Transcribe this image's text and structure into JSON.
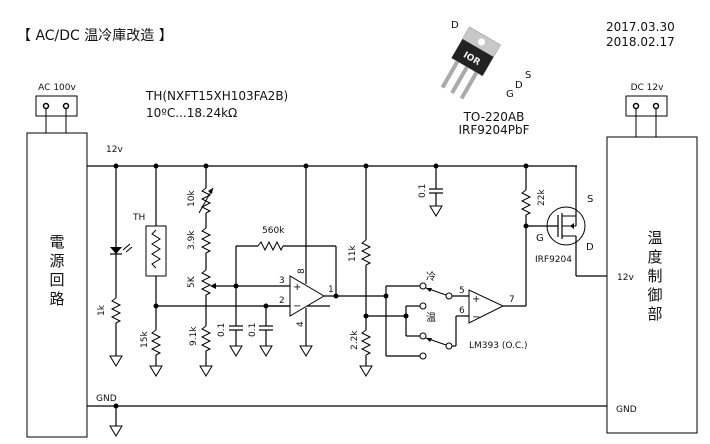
{
  "title": "【  AC/DC 温冷庫改造  】",
  "dates": [
    "2017.03.30",
    "2018.02.17"
  ],
  "thermistor_info": {
    "part": "TH(NXFT15XH103FA2B)",
    "spec": "10ºC...18.24kΩ"
  },
  "package": {
    "pins": {
      "d_tab": "D",
      "s": "S",
      "d": "D",
      "g": "G"
    },
    "logo": "IOR",
    "name": "TO-220AB",
    "part": "IRF9204PbF"
  },
  "blocks": {
    "power": {
      "connector_label": "AC 100v",
      "name_chars": [
        "電",
        "源",
        "回",
        "路"
      ]
    },
    "control": {
      "connector_label": "DC 12v",
      "name_chars": [
        "温",
        "度",
        "制",
        "御",
        "部"
      ],
      "v12_label": "12v",
      "gnd_label": "GND"
    }
  },
  "rails": {
    "v12": "12v",
    "gnd": "GND"
  },
  "components": {
    "thermistor": "TH",
    "r_led": "1k",
    "r_15k": "15k",
    "vr_10k": "10k",
    "r_3_9k": "3.9k",
    "vr_5k": "5K",
    "r_9_1k": "9.1k",
    "c1": "0.1",
    "c2": "0.1",
    "c3": "0.1",
    "r_feedback": "560k",
    "r_11k": "11k",
    "r_2_2k": "2.2k",
    "r_22k": "22k",
    "comparator": "LM393 (O.C.)",
    "mosfet": "IRF9204",
    "mosfet_pins": {
      "s": "S",
      "g": "G",
      "d": "D"
    },
    "switch_cold": "冷",
    "switch_warm": "温",
    "pins": {
      "p1": "1",
      "p2": "2",
      "p3": "3",
      "p4": "4",
      "p5": "5",
      "p6": "6",
      "p7": "7",
      "p8": "8"
    },
    "opamp_plus": "+",
    "opamp_minus": "−",
    "comp_plus": "+",
    "comp_minus": "−"
  }
}
